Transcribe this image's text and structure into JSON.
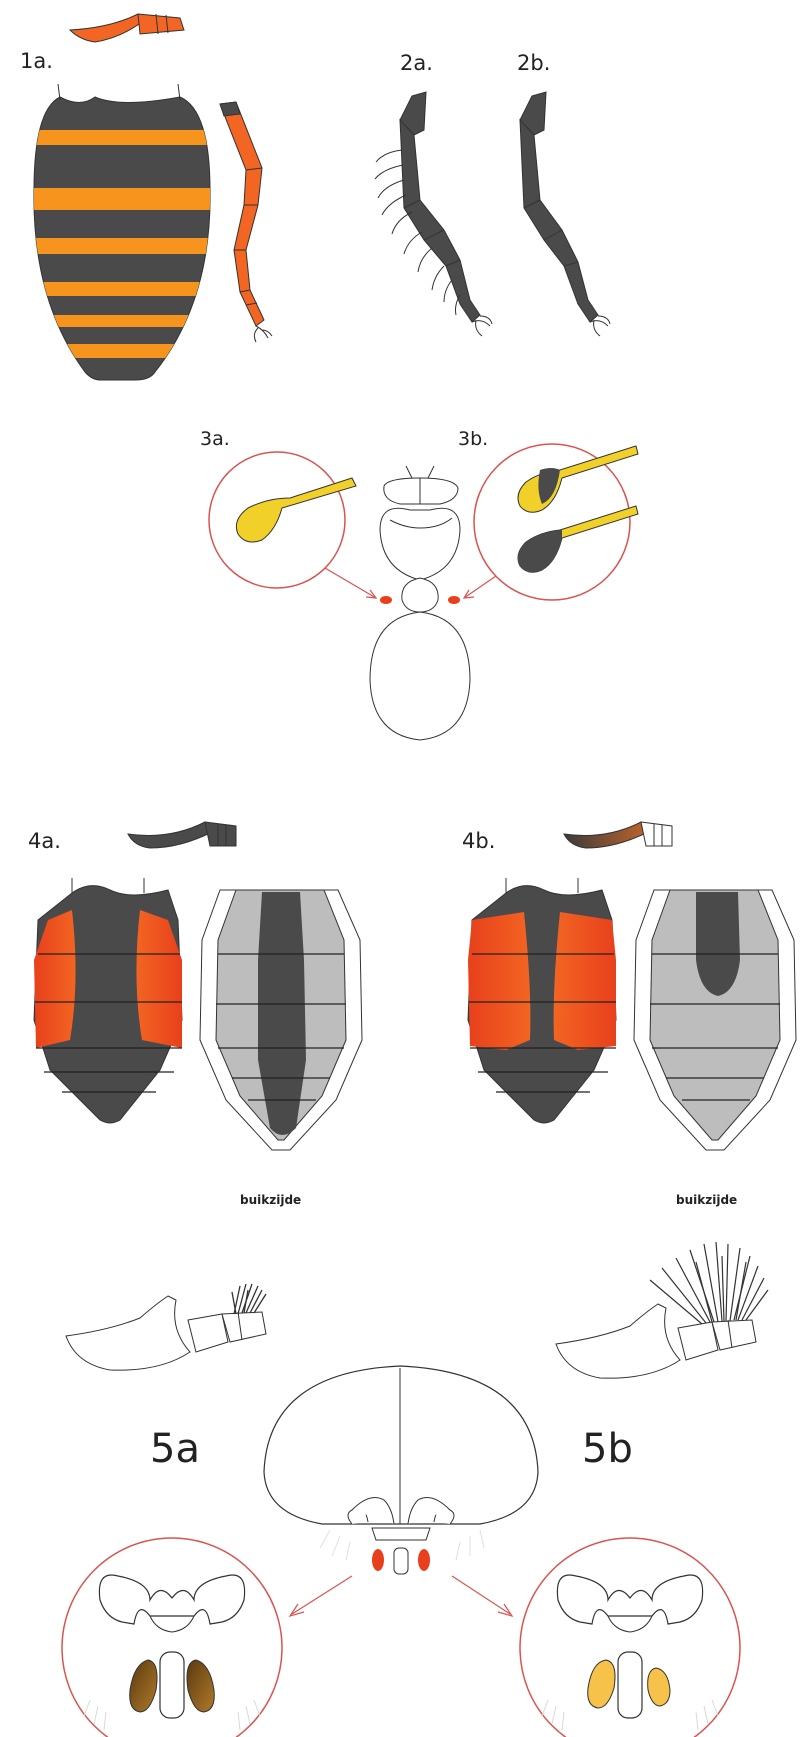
{
  "labels": {
    "fig_1a": "1a.",
    "fig_2a": "2a.",
    "fig_2b": "2b.",
    "fig_3a": "3a.",
    "fig_3b": "3b.",
    "fig_4a": "4a.",
    "fig_4b": "4b.",
    "ventral_4a": "buikzijde",
    "ventral_4b": "buikzijde",
    "fig_5a": "5a",
    "fig_5b": "5b"
  },
  "colors": {
    "dark_grey": "#4a4a4a",
    "orange_band": "#f7941d",
    "orange_leg": "#f26522",
    "red_patch": "#e8401c",
    "yellow": "#f2d02a",
    "light_grey": "#bdbdbd",
    "circle_red": "#d9534f",
    "brown_marking": "#8b5a1b",
    "pale_marking": "#f7c24a"
  }
}
